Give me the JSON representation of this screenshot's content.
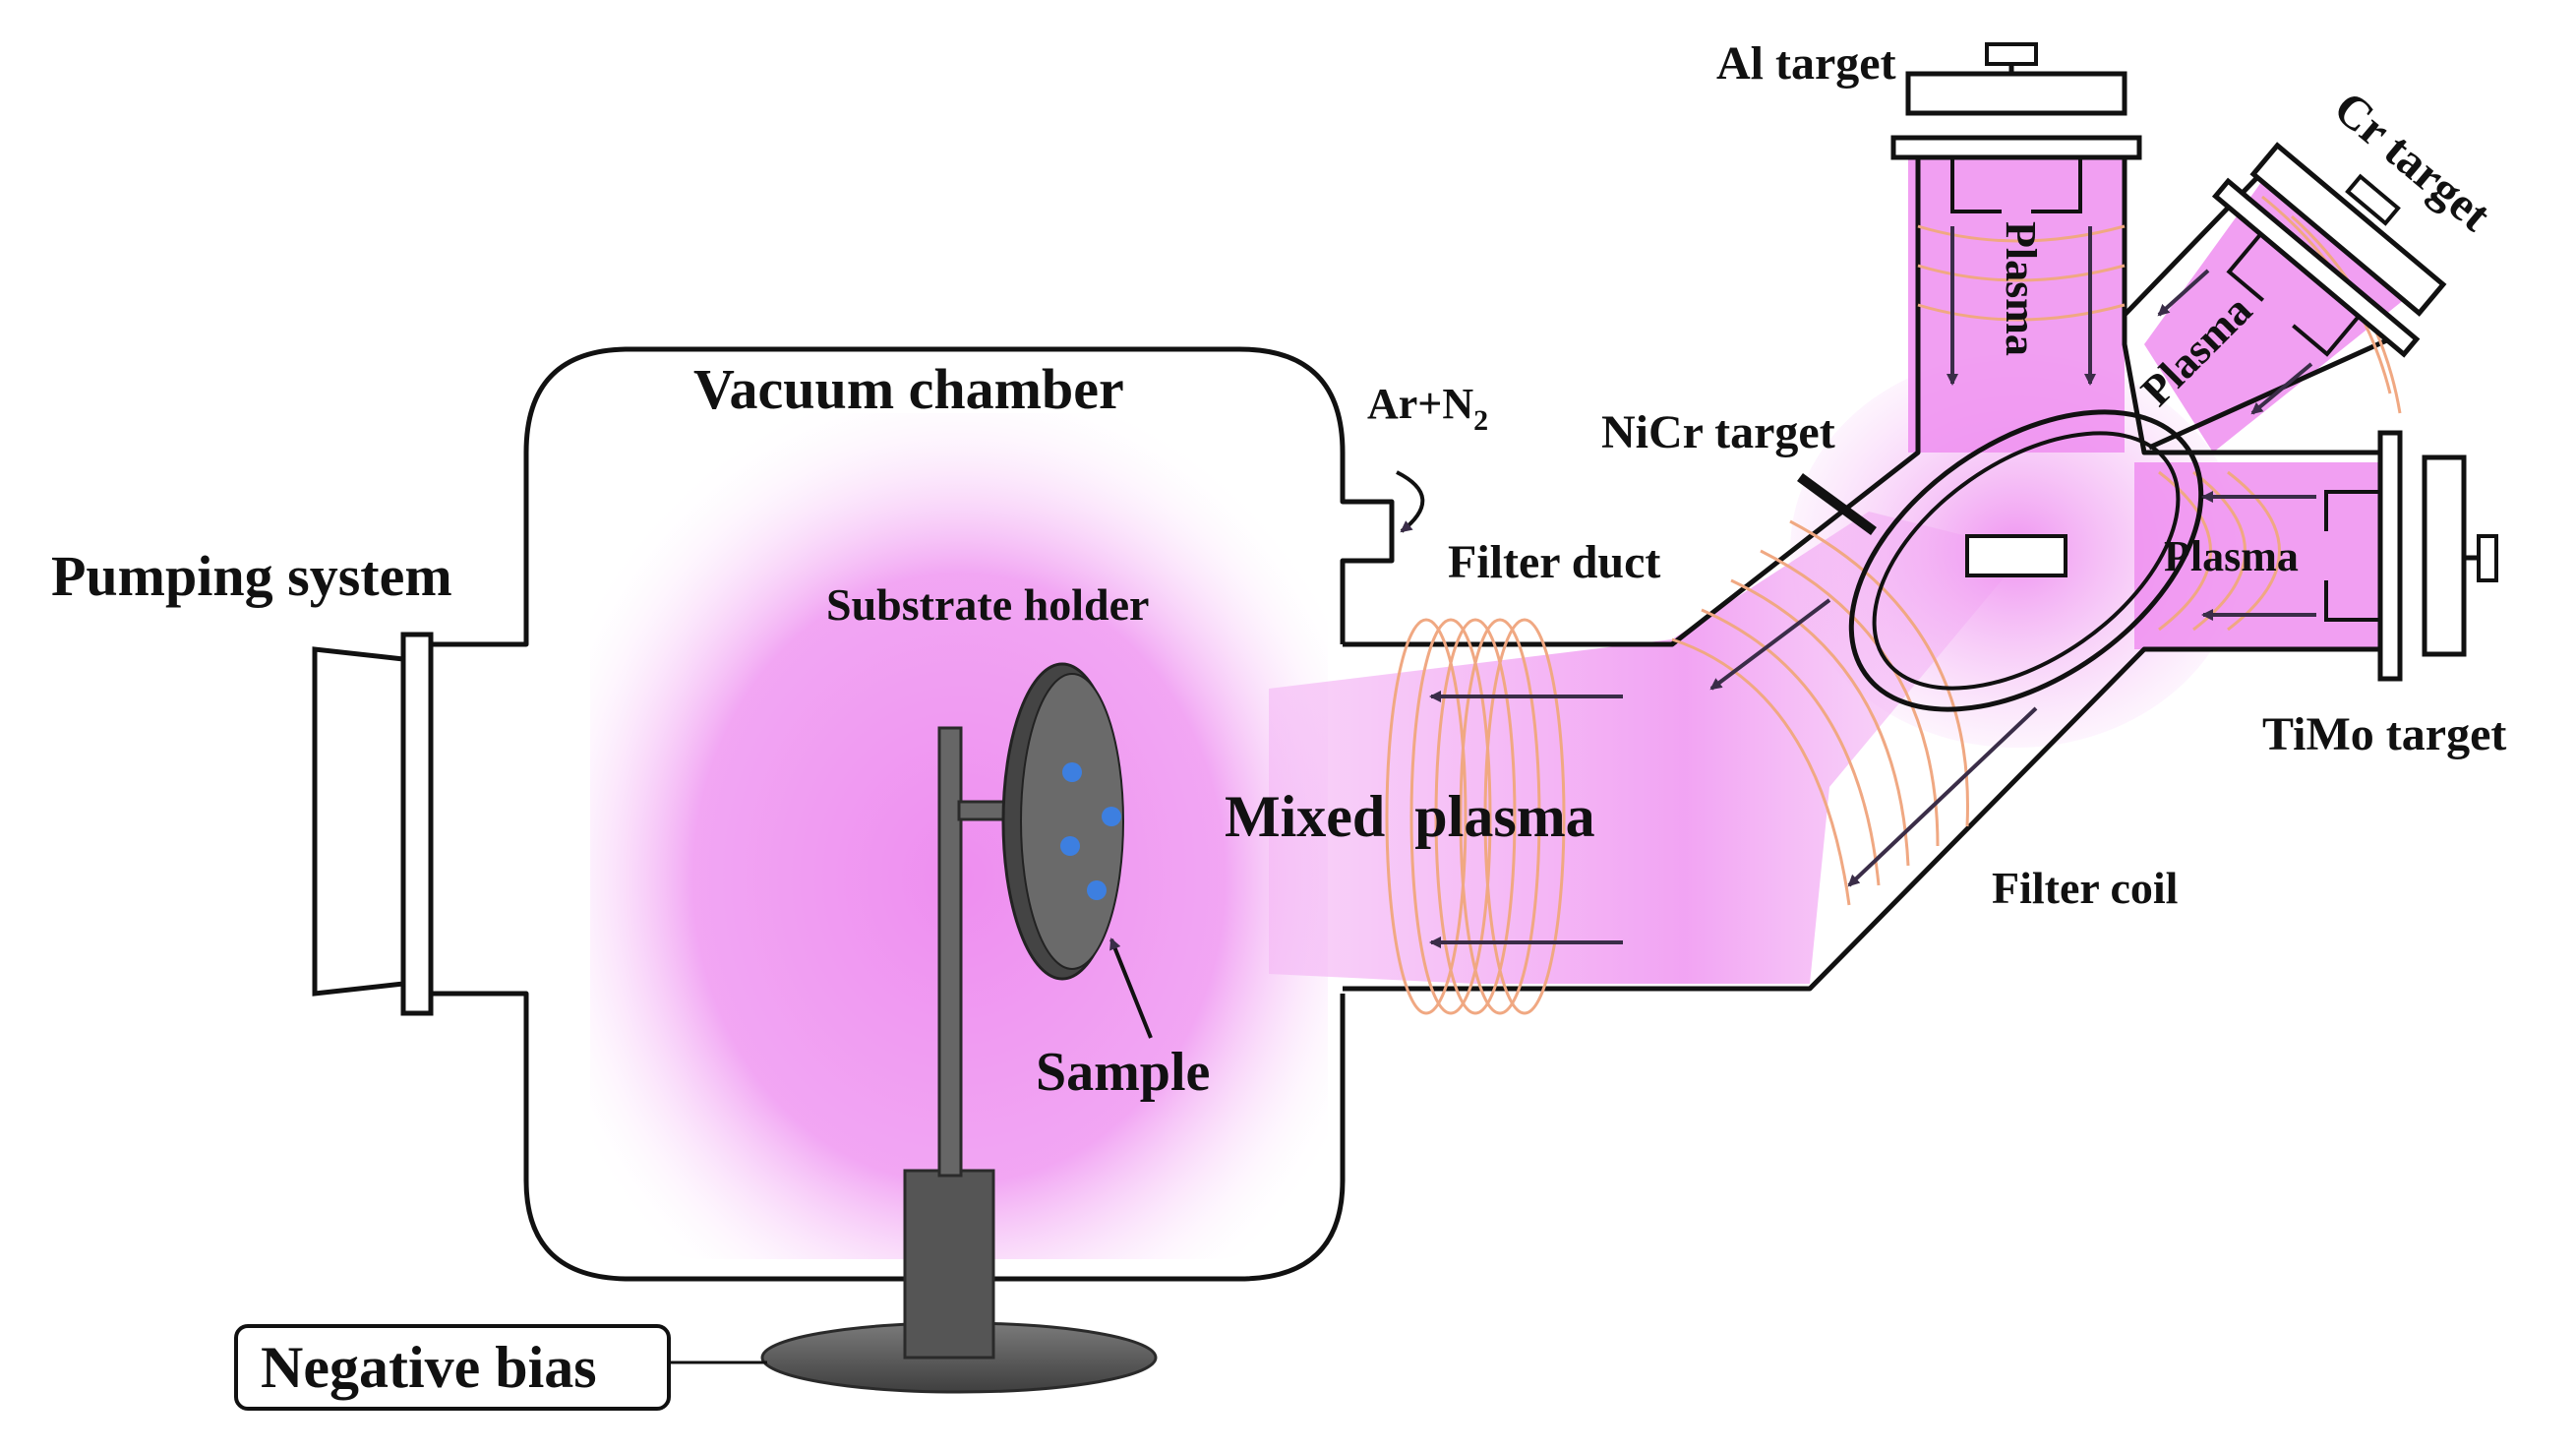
{
  "labels": {
    "vacuum_chamber": "Vacuum chamber",
    "pumping_system": "Pumping system",
    "gas_inlet_1": "Ar+N",
    "gas_inlet_sub": "2",
    "substrate_holder": "Substrate holder",
    "sample": "Sample",
    "mixed_plasma": "Mixed  plasma",
    "filter_duct": "Filter duct",
    "filter_coil": "Filter coil",
    "nicr_target": "NiCr target",
    "al_target": "Al target",
    "cr_target": "Cr target",
    "timo_target": "TiMo target",
    "plasma_al": "Plasma",
    "plasma_cr": "Plasma",
    "plasma_timo": "Plasma",
    "negative_bias": "Negative bias"
  },
  "colors": {
    "plasma": "#ee8ef0",
    "coil": "#f0a882",
    "outline": "#111111",
    "holder": "#5a5a5a",
    "sample_dot": "#3d7fe0"
  }
}
